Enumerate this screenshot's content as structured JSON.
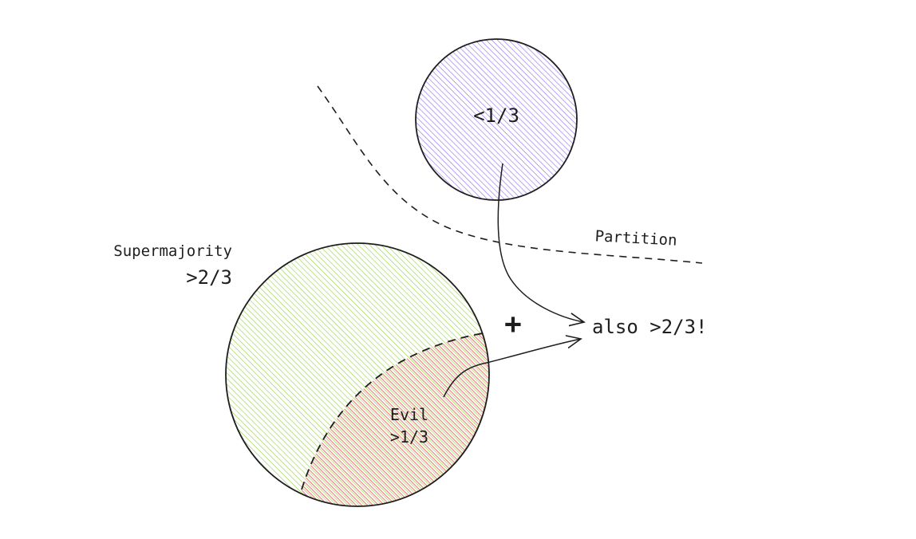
{
  "labels": {
    "minority": "<1/3",
    "partition": "Partition",
    "supermajority": "Supermajority",
    "supermajority_value": ">2/3",
    "plus": "+",
    "result": "also >2/3!",
    "evil": "Evil",
    "evil_value": ">1/3"
  },
  "colors": {
    "minority_fill": "#7950f2",
    "supermajority_fill": "#82c91e",
    "evil_fill": "#e03131",
    "stroke": "#1e1e1e"
  }
}
